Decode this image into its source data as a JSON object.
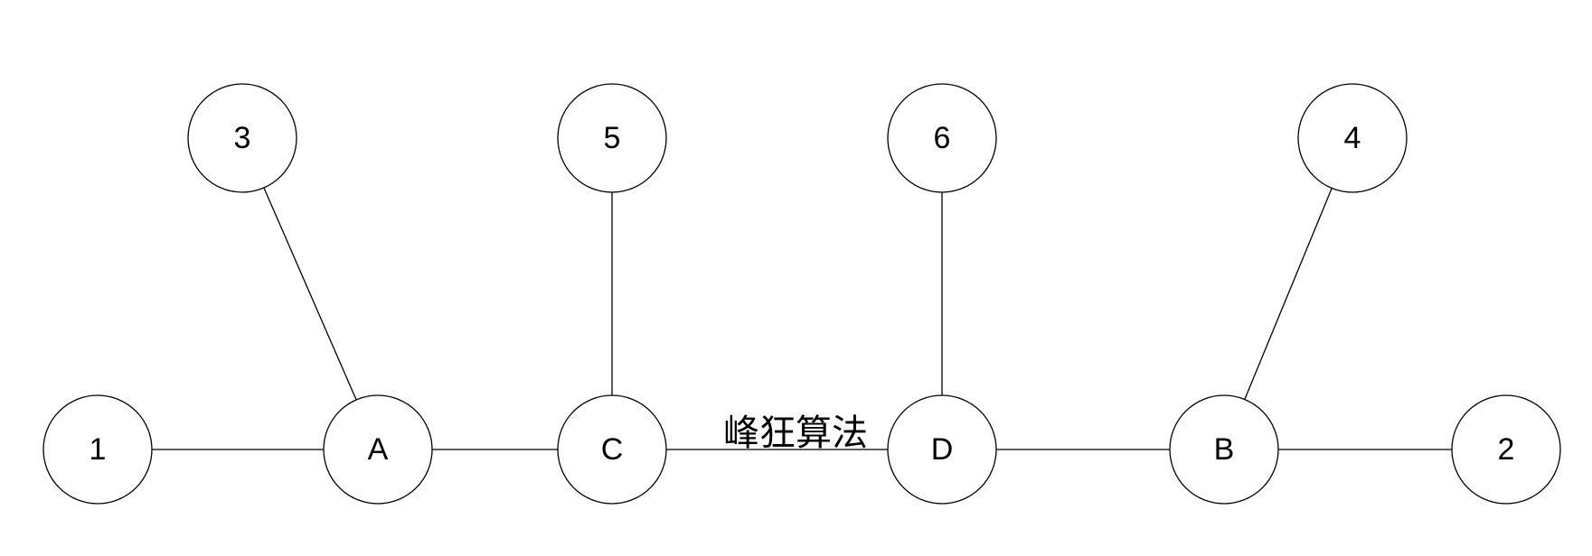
{
  "diagram": {
    "nodes": [
      {
        "id": "n1",
        "label": "1"
      },
      {
        "id": "nA",
        "label": "A"
      },
      {
        "id": "nC",
        "label": "C"
      },
      {
        "id": "nD",
        "label": "D"
      },
      {
        "id": "nB",
        "label": "B"
      },
      {
        "id": "n2",
        "label": "2"
      },
      {
        "id": "n3",
        "label": "3"
      },
      {
        "id": "n5",
        "label": "5"
      },
      {
        "id": "n6",
        "label": "6"
      },
      {
        "id": "n4",
        "label": "4"
      }
    ],
    "edges": [
      {
        "from": "n1",
        "to": "nA"
      },
      {
        "from": "nA",
        "to": "nC"
      },
      {
        "from": "nC",
        "to": "nD"
      },
      {
        "from": "nD",
        "to": "nB"
      },
      {
        "from": "nB",
        "to": "n2"
      },
      {
        "from": "n3",
        "to": "nA"
      },
      {
        "from": "n5",
        "to": "nC"
      },
      {
        "from": "n6",
        "to": "nD"
      },
      {
        "from": "n4",
        "to": "nB"
      }
    ],
    "watermark": "峰狂算法",
    "colors": {
      "stroke": "#000000",
      "fill": "#ffffff",
      "text": "#000000"
    }
  }
}
